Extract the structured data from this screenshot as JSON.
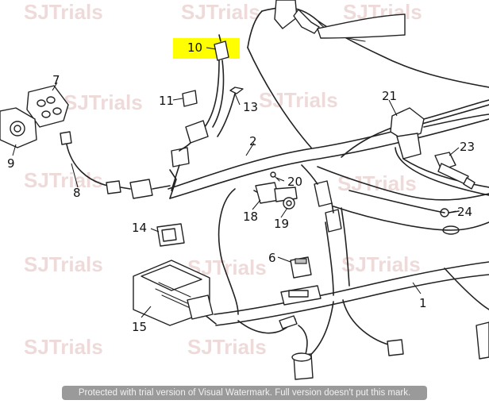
{
  "watermark_text": "SJTrials",
  "highlight_color": "#ffff00",
  "callouts": [
    "1",
    "2",
    "6",
    "7",
    "8",
    "9",
    "10",
    "11",
    "13",
    "14",
    "15",
    "18",
    "19",
    "20",
    "21",
    "23",
    "24"
  ],
  "trial_banner": "Protected with trial version of Visual Watermark. Full version doesn't put this mark."
}
